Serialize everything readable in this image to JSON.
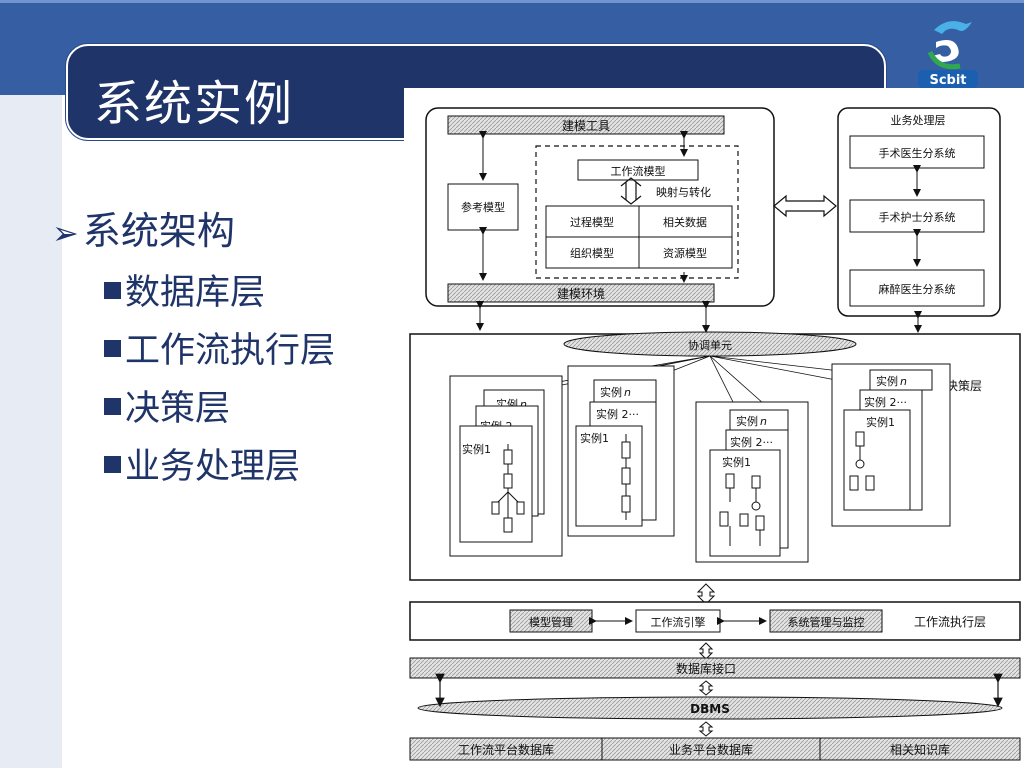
{
  "slide": {
    "title": "系统实例",
    "logo_text": "Scbit"
  },
  "bullets": {
    "main": "系统架构",
    "items": [
      "数据库层",
      "工作流执行层",
      "决策层",
      "业务处理层"
    ]
  },
  "diagram": {
    "modeling": {
      "tool": "建模工具",
      "env": "建模环境",
      "ref_model": "参考模型",
      "workflow_model": "工作流模型",
      "mapping": "映射与转化",
      "process_model": "过程模型",
      "related_data": "相关数据",
      "org_model": "组织模型",
      "resource_model": "资源模型"
    },
    "business": {
      "title": "业务处理层",
      "items": [
        "手术医生分系统",
        "手术护士分系统",
        "麻醉医生分系统"
      ]
    },
    "decision": {
      "coord": "协调单元",
      "label": "决策层",
      "inst_n": "实例",
      "inst_n_suffix": "n",
      "inst_2": "实例 2···",
      "inst_1": "实例1"
    },
    "workflow": {
      "model_mgmt": "模型管理",
      "engine": "工作流引擎",
      "sys_mgmt": "系统管理与监控",
      "label": "工作流执行层"
    },
    "db": {
      "interface": "数据库接口",
      "dbms": "DBMS",
      "workflow_db": "工作流平台数据库",
      "business_db": "业务平台数据库",
      "knowledge_db": "相关知识库"
    }
  }
}
